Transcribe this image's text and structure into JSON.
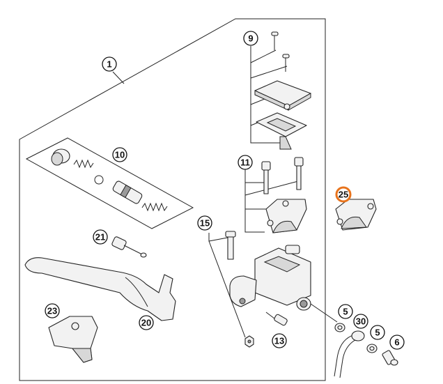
{
  "callouts": {
    "c1": "1",
    "c5a": "5",
    "c5b": "5",
    "c6": "6",
    "c9": "9",
    "c10": "10",
    "c11": "11",
    "c13": "13",
    "c15": "15",
    "c20": "20",
    "c21": "21",
    "c23": "23",
    "c25": "25",
    "c30": "30"
  },
  "colors": {
    "highlight": "#e8731c",
    "line": "#222222",
    "part_fill": "#f2f2f2"
  }
}
